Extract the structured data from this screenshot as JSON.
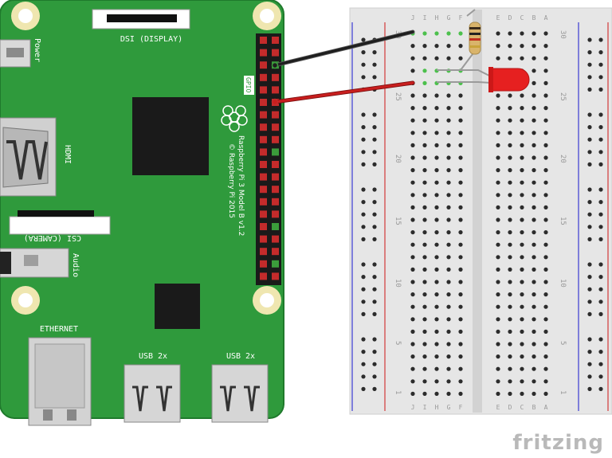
{
  "board": {
    "label_dsi": "DSI (DISPLAY)",
    "label_power": "Power",
    "label_hdmi": "HDMI",
    "label_csi": "CSI (CAMERA)",
    "label_audio": "Audio",
    "label_gpio": "GPIO",
    "label_ethernet": "ETHERNET",
    "label_usb_1": "USB 2x",
    "label_usb_2": "USB 2x",
    "label_model": "Raspberry Pi 3 Model B v1.2",
    "label_copyright": "© Raspberry Pi 2015",
    "colors": {
      "pcb": "#2f9a3c",
      "chip": "#1a1a1a",
      "pin_red": "#c42b2b",
      "pin_green": "#3b9c3b"
    }
  },
  "breadboard": {
    "row_numbers_left": [
      "30",
      "25",
      "20",
      "15",
      "10",
      "5",
      "1"
    ],
    "row_numbers_right": [
      "30",
      "25",
      "20",
      "15",
      "10",
      "5",
      "1"
    ],
    "column_letters_left": [
      "J",
      "I",
      "H",
      "G",
      "F"
    ],
    "column_letters_right": [
      "E",
      "D",
      "C",
      "B",
      "A"
    ],
    "colors": {
      "body": "#e6e6e6",
      "rail_red": "#d23a3a",
      "rail_blue": "#3a3ad2",
      "hole": "#2c2c2c",
      "active_hole": "#4cc04c"
    }
  },
  "wires": {
    "black_wire_color": "#1e1e1e",
    "red_wire_color": "#c81e1e"
  },
  "components": {
    "led_color": "#e62020",
    "resistor_color": "#d9b46b"
  },
  "logo": {
    "text": "fritzing"
  }
}
